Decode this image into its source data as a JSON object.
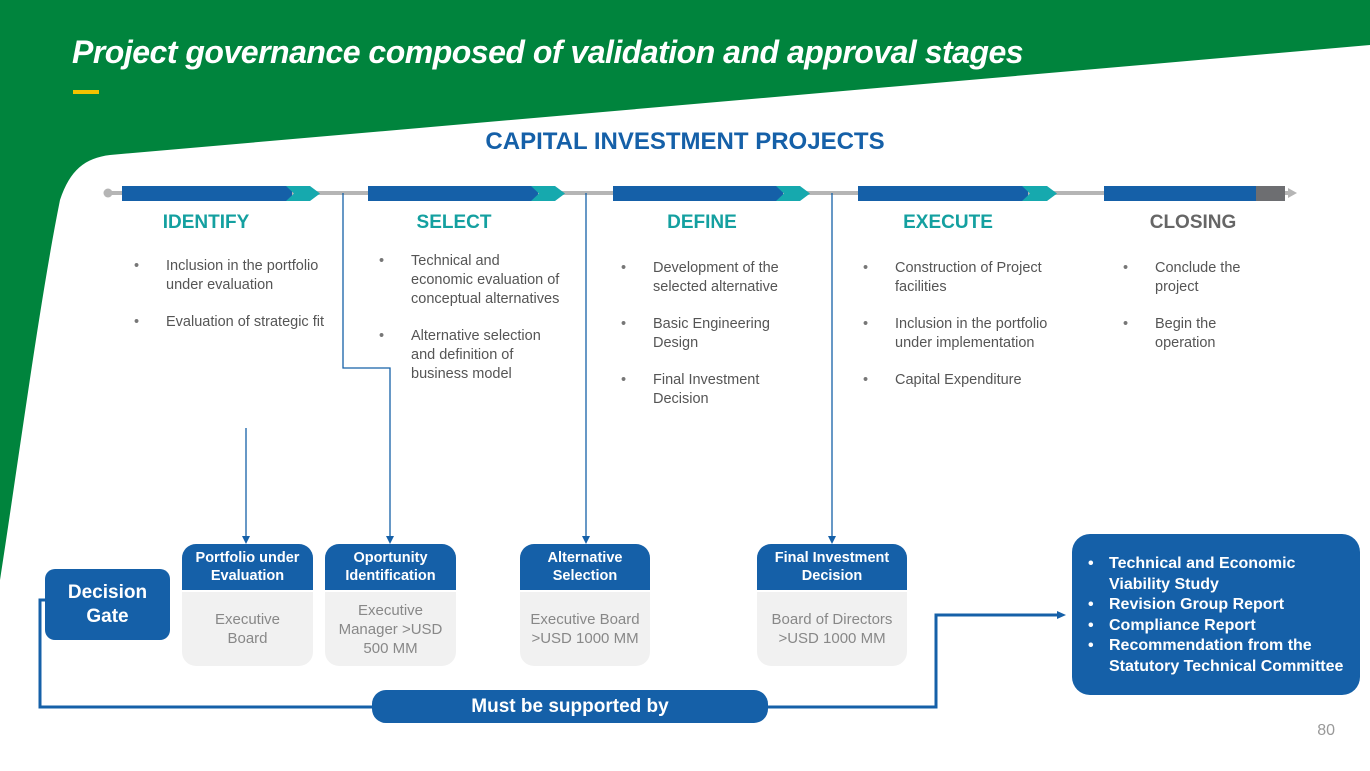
{
  "title": "Project governance composed of validation and approval stages",
  "subtitle": "CAPITAL INVESTMENT PROJECTS",
  "colors": {
    "green": "#00843d",
    "blue": "#1560a8",
    "teal": "#16a9ae",
    "accent": "#f2c200"
  },
  "phases": [
    {
      "name": "IDENTIFY",
      "items": [
        "Inclusion in the portfolio under evaluation",
        "Evaluation of strategic fit"
      ]
    },
    {
      "name": "SELECT",
      "items": [
        "Technical and economic evaluation of conceptual alternatives",
        "Alternative selection and definition of business model"
      ]
    },
    {
      "name": "DEFINE",
      "items": [
        "Development of the selected alternative",
        "Basic Engineering Design",
        "Final Investment Decision"
      ]
    },
    {
      "name": "EXECUTE",
      "items": [
        "Construction of Project facilities",
        "Inclusion in the portfolio under implementation",
        "Capital Expenditure"
      ]
    },
    {
      "name": "CLOSING",
      "items": [
        "Conclude the project",
        "Begin the operation"
      ]
    }
  ],
  "decision_gate": "Decision Gate",
  "gates": [
    {
      "title": "Portfolio under Evaluation",
      "approver": "Executive Board"
    },
    {
      "title": "Oportunity Identification",
      "approver": "Executive Manager >USD 500 MM"
    },
    {
      "title": "Alternative Selection",
      "approver": "Executive Board >USD 1000 MM"
    },
    {
      "title": "Final Investment Decision",
      "approver": "Board of Directors >USD 1000 MM"
    }
  ],
  "must_label": "Must be supported by",
  "requirements": [
    "Technical and Economic Viability Study",
    "Revision Group Report",
    "Compliance Report",
    "Recommendation from the Statutory Technical Committee"
  ],
  "page_number": "80"
}
